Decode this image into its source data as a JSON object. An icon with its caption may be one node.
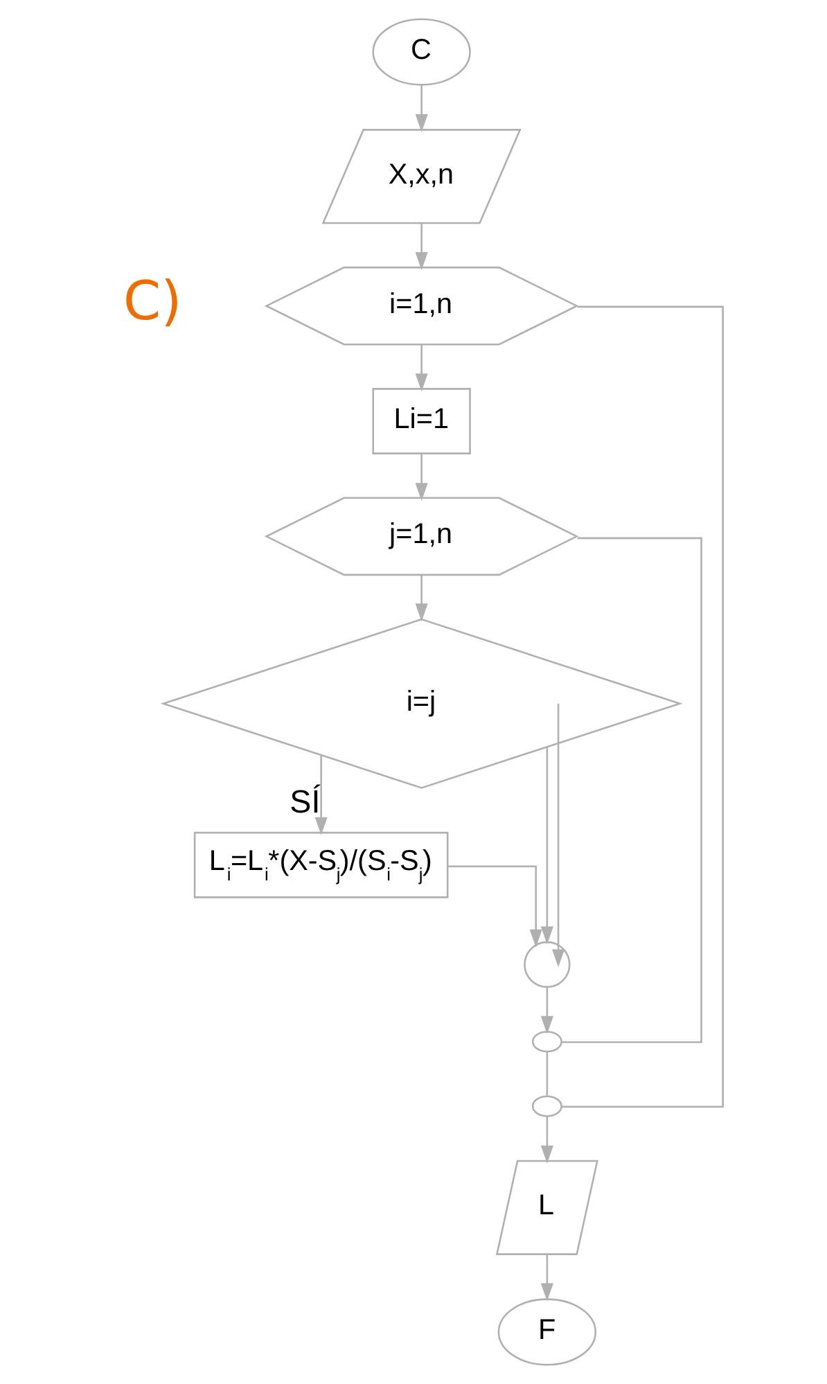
{
  "diagram": {
    "nodes": [
      {
        "text": [
          "C"
        ]
      },
      {
        "text": [
          "X,x,n"
        ]
      },
      {
        "text": [
          "i=1,n"
        ]
      },
      {
        "text": [
          "Li=1"
        ]
      },
      {
        "text": [
          "j=1,n"
        ]
      },
      {
        "text": [
          "i=j"
        ]
      },
      {
        "text": [
          "L$_{i}$=L$_{i}$*(X-S$_{j}$)/(S$_{i}$-S$_{j}$)"
        ]
      },
      {
        "text": [],
        "shape": "circle"
      },
      {
        "text": [],
        "shape": "ellipse"
      },
      {
        "text": [],
        "shape": "ellipse"
      },
      {
        "text": [
          "L"
        ]
      },
      {
        "text": [
          "F"
        ]
      }
    ],
    "edges": [
      {
        "from": 0,
        "to": 1,
        "arrow": "to"
      },
      {
        "from": 1,
        "to": 2,
        "arrow": "to"
      },
      {
        "from": 2,
        "to": 3,
        "arrow": "to"
      },
      {
        "from": 3,
        "to": 4,
        "arrow": "to"
      },
      {
        "from": 4,
        "to": 5,
        "arrow": "to"
      },
      {
        "from": 5,
        "to": 6,
        "arrow": "to",
        "label": "SÍ"
      },
      {
        "from": 5,
        "to": 7,
        "arrow": "to"
      },
      {
        "from": 5,
        "to": 7,
        "arrow": "to"
      },
      {
        "from": 6,
        "to": 7,
        "arrow": "to"
      },
      {
        "from": 7,
        "to": 8,
        "arrow": "to"
      },
      {
        "from": 4,
        "to": 8,
        "arrow": "none"
      },
      {
        "from": 8,
        "to": 9,
        "arrow": "none"
      },
      {
        "from": 2,
        "to": 9,
        "arrow": "none"
      },
      {
        "from": 9,
        "to": 10,
        "arrow": "to"
      },
      {
        "from": 10,
        "to": 11,
        "arrow": "to"
      }
    ],
    "labels": [
      "C)"
    ]
  }
}
